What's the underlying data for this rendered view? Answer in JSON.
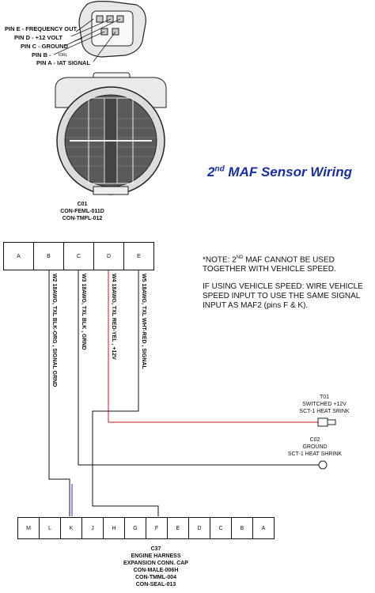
{
  "pins": [
    {
      "label": "PIN E - FREQUENCY OUT"
    },
    {
      "label": "PIN D - +12 VOLT"
    },
    {
      "label": "PIN C - GROUND"
    },
    {
      "label": "PIN B -",
      "sub": "IDRL"
    },
    {
      "label": "PIN A - IAT SIGNAL"
    }
  ],
  "title": {
    "prefix": "2",
    "sup": "nd",
    "rest": " MAF Sensor Wiring"
  },
  "c01": {
    "lines": [
      "C01",
      "CON-FEML-011D",
      "CON-TMFL-012"
    ]
  },
  "top_connector": {
    "cells": [
      "A",
      "B",
      "C",
      "D",
      "E"
    ]
  },
  "note": {
    "line1_pre": "*NOTE: 2",
    "line1_sup": "ND",
    "line1_post": " MAF CANNOT BE USED",
    "line2": "TOGETHER WITH VEHICLE SPEED.",
    "line3": "IF USING VEHICLE SPEED: WIRE VEHICLE",
    "line4": "SPEED INPUT TO USE THE SAME SIGNAL",
    "line5": "INPUT AS MAF2 (pins F & K)."
  },
  "wires": [
    {
      "label": "W2 18AWG, TXL BLK-ORG , SIGNAL GRND",
      "color": "#111111"
    },
    {
      "label": "W3 18AWG, TXL BLK , GRND",
      "color": "#1c2bd6"
    },
    {
      "label": "W4 18AWG, TXL RED-YEL , +12V",
      "color": "#c01818"
    },
    {
      "label": "W5 18AWG, TXL WHT-RED , SIGNAL",
      "color": "#111111"
    }
  ],
  "t01": {
    "lines": [
      "T01",
      "SWITCHED +12V",
      "SCT-1 HEAT SRINK"
    ]
  },
  "c02": {
    "lines": [
      "C02",
      "GROUND",
      "SCT-1 HEAT SHRINK"
    ]
  },
  "bottom_connector": {
    "cells": [
      "M",
      "L",
      "K",
      "J",
      "H",
      "G",
      "F",
      "E",
      "D",
      "C",
      "B",
      "A"
    ]
  },
  "c37": {
    "lines": [
      "C37",
      "ENGINE HARNESS",
      "EXPANSION CONN. CAP",
      "CON-MALE-006H",
      "CON-TMML-004",
      "CON-SEAL-013"
    ]
  }
}
